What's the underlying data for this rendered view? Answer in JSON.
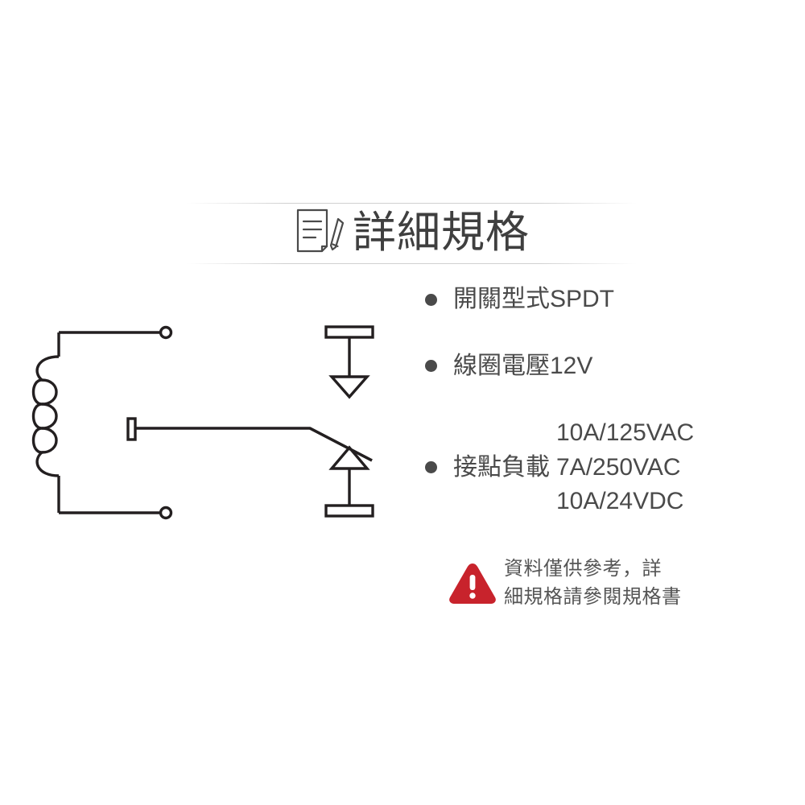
{
  "header": {
    "title": "詳細規格",
    "icon": "document-pen-icon"
  },
  "specs": [
    {
      "id": "switch-type",
      "bullet": "bullet-icon",
      "label": "開關型式SPDT",
      "values": []
    },
    {
      "id": "coil-voltage",
      "bullet": "bullet-icon",
      "label": "線圈電壓12V",
      "values": []
    },
    {
      "id": "contact-load",
      "bullet": "bullet-icon",
      "label": "接點負載",
      "values": [
        "10A/125VAC",
        "7A/250VAC",
        "10A/24VDC"
      ]
    }
  ],
  "warning": {
    "icon": "warning-triangle-icon",
    "line1": "資料僅供參考，詳",
    "line2": "細規格請參閱規格書",
    "color": "#C8232C"
  },
  "schematic": {
    "name": "spdt-relay-schematic",
    "parts": {
      "coil": "relay-coil",
      "coil_terminal_top": "coil-terminal-top",
      "coil_terminal_bottom": "coil-terminal-bottom",
      "common_terminal": "common-contact-terminal",
      "armature": "armature-arm",
      "nc_contact": "normally-closed-contact",
      "no_contact": "normally-open-contact"
    },
    "stroke_color": "#231f20"
  },
  "colors": {
    "text": "#4a4a4a",
    "title_text": "#3f3f3f",
    "line": "#231f20",
    "warning_red": "#C8232C",
    "background": "#ffffff"
  }
}
